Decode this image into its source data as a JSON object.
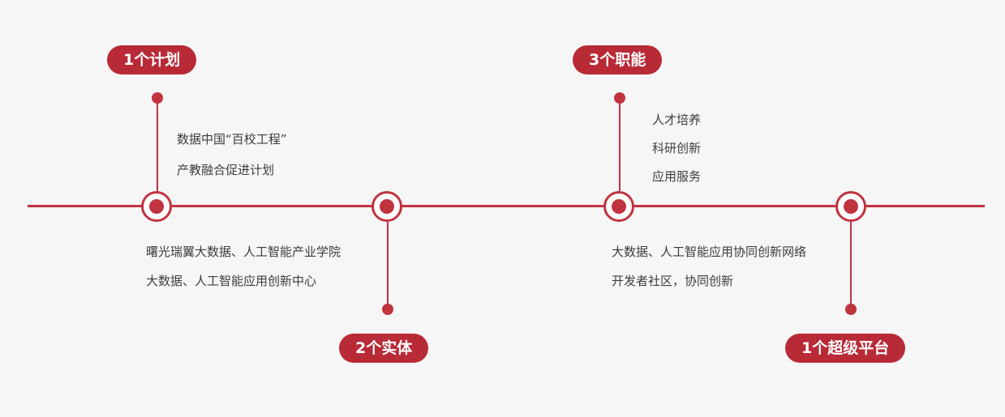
{
  "stages": [
    {
      "label": "1个计划",
      "lines": [
        "数据中国“百校工程”",
        "产教融合促进计划"
      ]
    },
    {
      "label": "2个实体",
      "lines": [
        "曙光瑞翼大数据、人工智能产业学院",
        "大数据、人工智能应用创新中心"
      ]
    },
    {
      "label": "3个职能",
      "lines": [
        "人才培养",
        "科研创新",
        "应用服务"
      ]
    },
    {
      "label": "1个超级平台",
      "lines": [
        "大数据、人工智能应用协同创新网络",
        "开发者社区，协同创新"
      ]
    }
  ],
  "colors": {
    "accent": "#c0333f",
    "pill": "#b82a36",
    "background": "#f6f6f6",
    "text": "#3c3c3c"
  }
}
